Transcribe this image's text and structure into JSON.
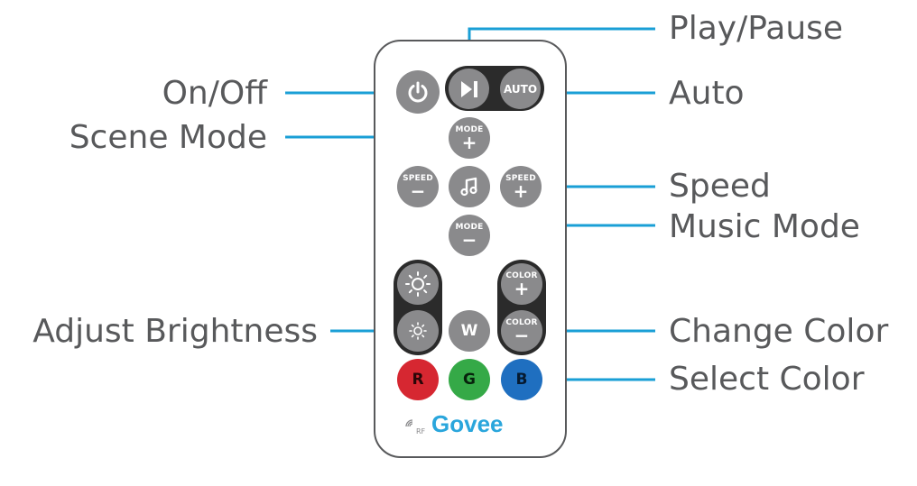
{
  "labels": {
    "play_pause": "Play/Pause",
    "on_off": "On/Off",
    "auto": "Auto",
    "scene_mode": "Scene Mode",
    "speed": "Speed",
    "music_mode": "Music Mode",
    "adjust_brightness": "Adjust Brightness",
    "change_color": "Change Color",
    "select_color": "Select Color"
  },
  "buttons": {
    "auto": "AUTO",
    "mode": "MODE",
    "speed": "SPEED",
    "color": "COLOR",
    "plus": "+",
    "minus": "−",
    "white": "W",
    "red": "R",
    "green": "G",
    "blue": "B"
  },
  "brand": {
    "name": "Govee",
    "rf": "RF"
  },
  "colors": {
    "line": "#1a9fd6",
    "text": "#58595b",
    "button": "#8a8a8c",
    "pill": "#2b2b2b",
    "red": "#d62731",
    "green": "#35a947",
    "blue": "#1f6fc0",
    "brand": "#2aa6dc"
  }
}
